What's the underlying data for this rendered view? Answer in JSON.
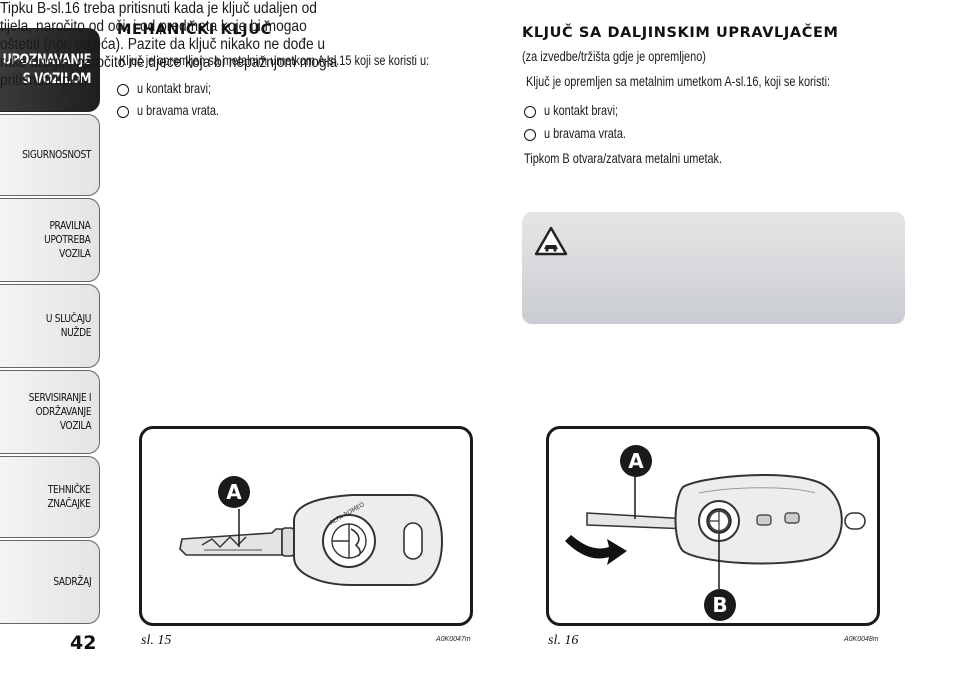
{
  "sidebar": {
    "tabs": [
      {
        "label": "UPOZNAVANJE\nS VOZILOM",
        "active": true
      },
      {
        "label": "SIGURNOSNOST",
        "active": false
      },
      {
        "label": "PRAVILNA\nUPOTREBA\nVOZILA",
        "active": false
      },
      {
        "label": "U SLUČAJU\nNUŽDE",
        "active": false
      },
      {
        "label": "SERVISIRANJE I\nODRŽAVANJE\nVOZILA",
        "active": false
      },
      {
        "label": "TEHNIČKE\nZNAČAJKE",
        "active": false
      },
      {
        "label": "SADRŽAJ",
        "active": false
      }
    ],
    "page_number": "42"
  },
  "left": {
    "heading": "MEHANIČKI KLJUČ",
    "intro": "Ključ je opremljen sa metalnim umetkom  A-sl.15 koji se koristi u:",
    "bullets": [
      "u kontakt bravi;",
      "u bravama vrata."
    ]
  },
  "right": {
    "heading": "KLJUČ SA DALJINSKIM UPRAVLJAČEM",
    "subnote": "(za izvedbe/tržišta gdje je opremljeno)",
    "intro": "Ključ je opremljen sa metalnim umetkom A-sl.16, koji se koristi:",
    "bullets": [
      "u kontakt bravi;",
      "u bravama vrata."
    ],
    "note": "Tipkom  B otvara/zatvara metalni umetak."
  },
  "warning": {
    "lines": [
      "Tipku B-sl.16 treba pritisnuti kada je ključ udaljen od",
      "tijela, naročito od oči, i od predmeta koje bi mogao",
      "oštetiti (npr. odjeća). Pazite da ključ nikako ne dođe u",
      "ruke drugih, naročito ne djece koja bi nepažnjom mogla",
      "pritisnuti tipku."
    ]
  },
  "figures": [
    {
      "caption": "sl. 15",
      "code": "A0K0047m",
      "labels": [
        "A"
      ]
    },
    {
      "caption": "sl. 16",
      "code": "A0K0048m",
      "labels": [
        "A",
        "B"
      ]
    }
  ],
  "colors": {
    "active_tab": "#2a2a2a",
    "tab": "#ececec",
    "warning_box": "#d4d6da",
    "callout": "#1a1a1a"
  },
  "icons": [
    "warning-triangle-car-icon",
    "bullet-circle-icon",
    "rotate-arrow-icon"
  ]
}
